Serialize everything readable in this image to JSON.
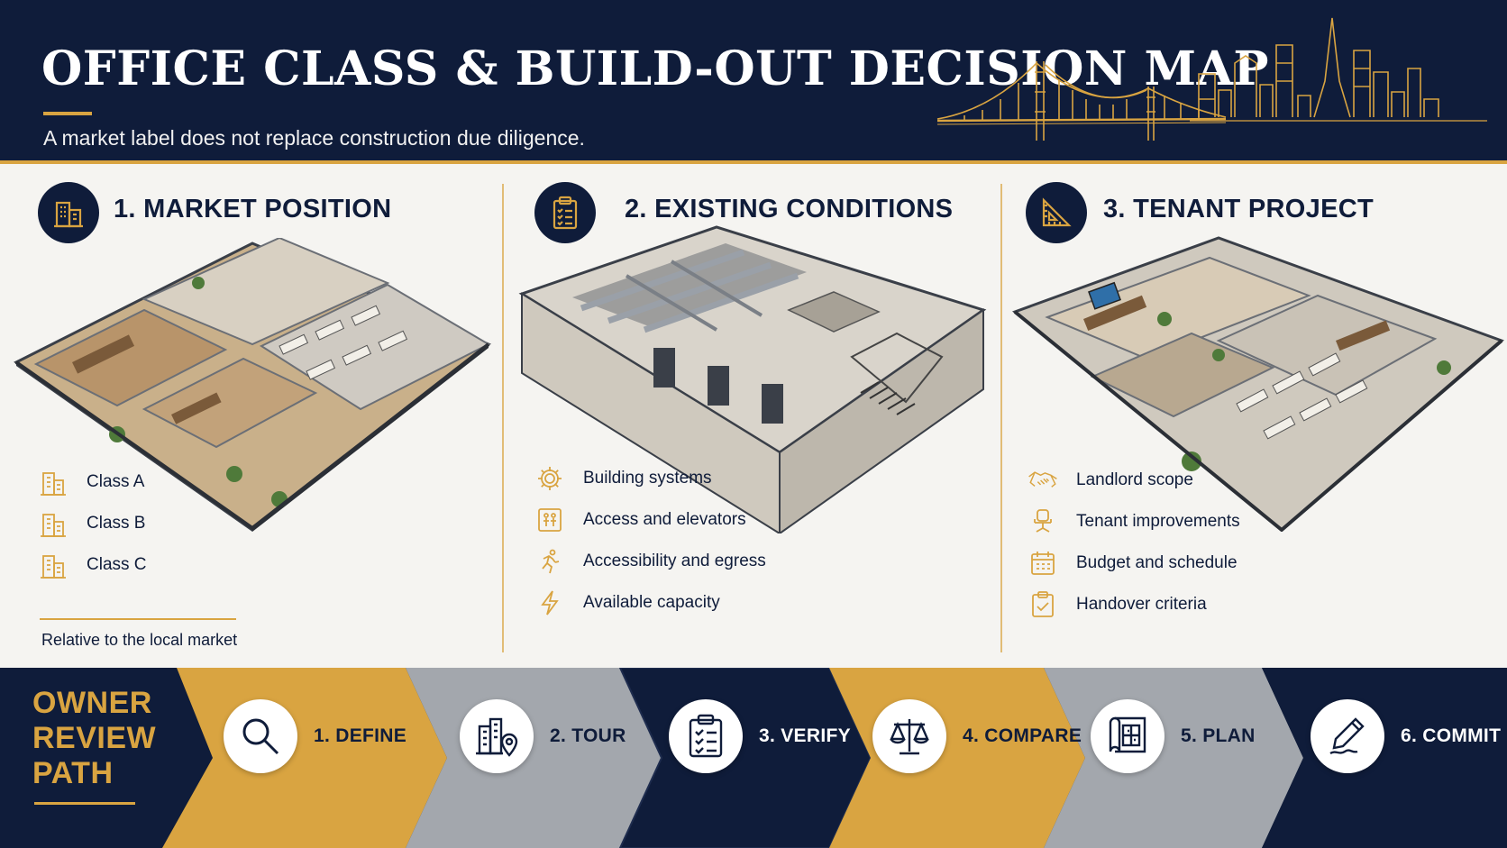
{
  "header": {
    "title": "OFFICE CLASS & BUILD-OUT DECISION MAP",
    "subtitle": "A market label does not replace construction due diligence."
  },
  "panels": [
    {
      "title": "1. MARKET POSITION",
      "icon": "building-icon",
      "items": [
        {
          "label": "Class A",
          "icon": "building-icon"
        },
        {
          "label": "Class B",
          "icon": "building-icon"
        },
        {
          "label": "Class C",
          "icon": "building-icon"
        }
      ],
      "note": "Relative to the local market"
    },
    {
      "title": "2. EXISTING CONDITIONS",
      "icon": "clipboard-checklist-icon",
      "items": [
        {
          "label": "Building systems",
          "icon": "gear-icon"
        },
        {
          "label": "Access and elevators",
          "icon": "elevator-icon"
        },
        {
          "label": "Accessibility and egress",
          "icon": "running-person-icon"
        },
        {
          "label": "Available capacity",
          "icon": "lightning-icon"
        }
      ]
    },
    {
      "title": "3. TENANT PROJECT",
      "icon": "drafting-triangle-icon",
      "items": [
        {
          "label": "Landlord scope",
          "icon": "handshake-icon"
        },
        {
          "label": "Tenant improvements",
          "icon": "office-chair-icon"
        },
        {
          "label": "Budget and schedule",
          "icon": "calendar-icon"
        },
        {
          "label": "Handover criteria",
          "icon": "clipboard-check-icon"
        }
      ]
    }
  ],
  "path": {
    "title_lines": [
      "OWNER",
      "REVIEW",
      "PATH"
    ],
    "steps": [
      {
        "label": "1. DEFINE",
        "icon": "magnifier-icon"
      },
      {
        "label": "2. TOUR",
        "icon": "building-location-icon"
      },
      {
        "label": "3. VERIFY",
        "icon": "clipboard-checklist-icon"
      },
      {
        "label": "4. COMPARE",
        "icon": "balance-scale-icon"
      },
      {
        "label": "5. PLAN",
        "icon": "blueprint-icon"
      },
      {
        "label": "6. COMMIT",
        "icon": "pen-signature-icon"
      }
    ]
  },
  "colors": {
    "navy": "#0f1c3a",
    "gold": "#d9a441",
    "gray": "#a3a7ad",
    "background": "#f5f4f1"
  }
}
